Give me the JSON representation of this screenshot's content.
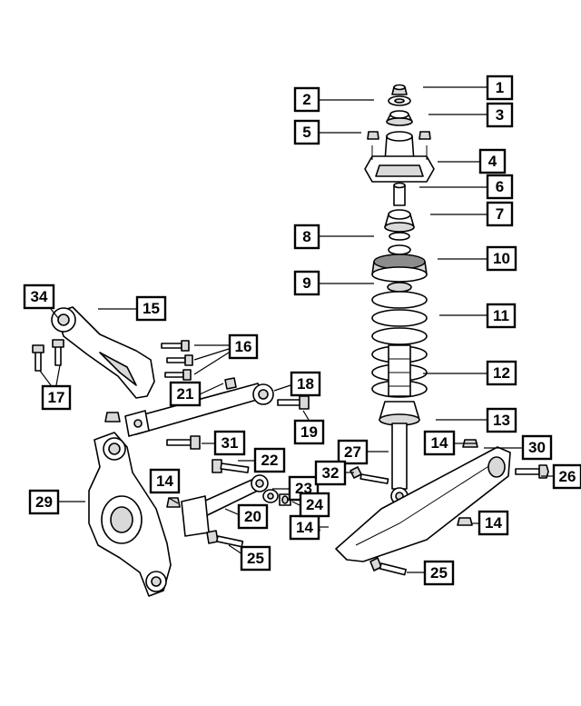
{
  "callouts": [
    {
      "id": "c1",
      "label": "1"
    },
    {
      "id": "c2",
      "label": "2"
    },
    {
      "id": "c3",
      "label": "3"
    },
    {
      "id": "c4",
      "label": "4"
    },
    {
      "id": "c5",
      "label": "5"
    },
    {
      "id": "c6",
      "label": "6"
    },
    {
      "id": "c7",
      "label": "7"
    },
    {
      "id": "c8",
      "label": "8"
    },
    {
      "id": "c9",
      "label": "9"
    },
    {
      "id": "c10",
      "label": "10"
    },
    {
      "id": "c11",
      "label": "11"
    },
    {
      "id": "c12",
      "label": "12"
    },
    {
      "id": "c13",
      "label": "13"
    },
    {
      "id": "c14a",
      "label": "14"
    },
    {
      "id": "c14b",
      "label": "14"
    },
    {
      "id": "c14c",
      "label": "14"
    },
    {
      "id": "c14d",
      "label": "14"
    },
    {
      "id": "c15",
      "label": "15"
    },
    {
      "id": "c16",
      "label": "16"
    },
    {
      "id": "c17",
      "label": "17"
    },
    {
      "id": "c18",
      "label": "18"
    },
    {
      "id": "c19",
      "label": "19"
    },
    {
      "id": "c20",
      "label": "20"
    },
    {
      "id": "c21",
      "label": "21"
    },
    {
      "id": "c22",
      "label": "22"
    },
    {
      "id": "c23",
      "label": "23"
    },
    {
      "id": "c24",
      "label": "24"
    },
    {
      "id": "c25a",
      "label": "25"
    },
    {
      "id": "c25b",
      "label": "25"
    },
    {
      "id": "c26",
      "label": "26"
    },
    {
      "id": "c27",
      "label": "27"
    },
    {
      "id": "c29",
      "label": "29"
    },
    {
      "id": "c30",
      "label": "30"
    },
    {
      "id": "c31",
      "label": "31"
    },
    {
      "id": "c32",
      "label": "32"
    },
    {
      "id": "c34",
      "label": "34"
    }
  ]
}
